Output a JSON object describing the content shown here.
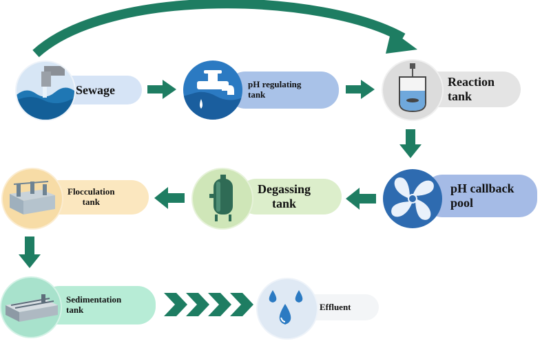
{
  "nodes": {
    "sewage": {
      "label": "Sewage"
    },
    "ph_regulating": {
      "label": "pH regulating\ntank"
    },
    "reaction": {
      "label": "Reaction\ntank"
    },
    "ph_callback": {
      "label": "pH callback\npool"
    },
    "degassing": {
      "label": "Degassing\ntank"
    },
    "flocculation": {
      "label": "Flocculation\ntank"
    },
    "sedimentation": {
      "label": "Sedimentation\ntank"
    },
    "effluent": {
      "label": "Effluent"
    }
  },
  "icons": {
    "sewage": "sewage-pipe-icon",
    "ph_regulating": "faucet-icon",
    "reaction": "reactor-vessel-icon",
    "ph_callback": "fan-propeller-icon",
    "degassing": "pressure-tank-icon",
    "flocculation": "flocculation-tank-icon",
    "sedimentation": "sedimentation-basin-icon",
    "effluent": "water-droplets-icon"
  },
  "colors": {
    "arrow": "#1e7d62",
    "sewage_pill": "#d6e4f6",
    "ph_regulating_pill": "#a9c2e8",
    "reaction_pill": "#e4e4e4",
    "ph_callback_pill": "#a5bbe6",
    "degassing_pill": "#dceecb",
    "flocculation_pill": "#fbe7bf",
    "sedimentation_pill": "#b7ecd6",
    "effluent_pill": "#f3f5f7"
  }
}
